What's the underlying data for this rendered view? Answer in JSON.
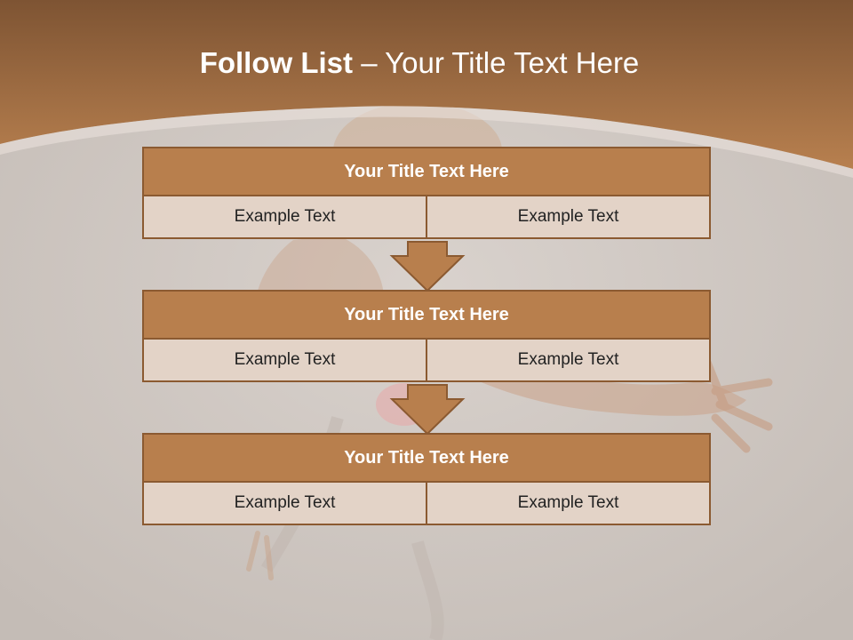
{
  "slide": {
    "title_bold": "Follow List",
    "title_rest": " – Your Title Text Here",
    "accent_color": "#b87f4d",
    "cell_color": "#e3d3c7",
    "border_color": "#8b5a31"
  },
  "blocks": [
    {
      "title": "Your Title Text Here",
      "left": "Example Text",
      "right": "Example Text"
    },
    {
      "title": "Your Title Text Here",
      "left": "Example Text",
      "right": "Example Text"
    },
    {
      "title": "Your Title Text Here",
      "left": "Example Text",
      "right": "Example Text"
    }
  ],
  "arrows": [
    "arrow-down-icon",
    "arrow-down-icon"
  ]
}
